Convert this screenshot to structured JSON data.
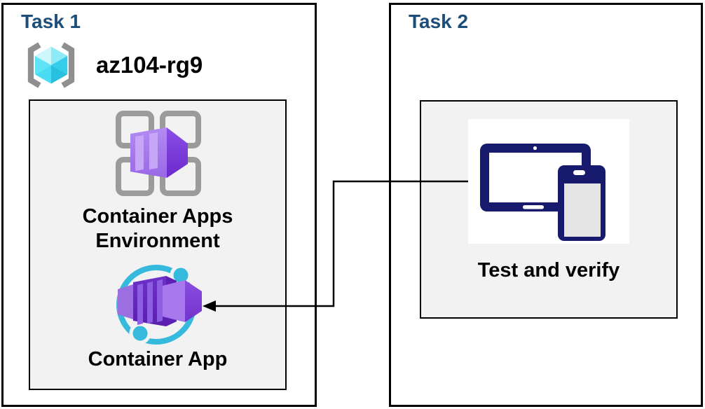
{
  "task1": {
    "title": "Task 1",
    "resource_group": {
      "name": "az104-rg9",
      "icon": "resource-group-icon"
    },
    "environment": {
      "label_line1": "Container Apps",
      "label_line2": "Environment",
      "icon": "container-apps-environment-icon"
    },
    "container_app": {
      "label": "Container App",
      "icon": "container-app-icon"
    }
  },
  "task2": {
    "title": "Task 2",
    "verify": {
      "label": "Test and verify",
      "icon": "devices-icon"
    }
  },
  "connector": {
    "style": "elbow-arrow",
    "from": "test-and-verify",
    "to": "container-app"
  },
  "colors": {
    "task_title": "#1d4e79",
    "box_border": "#000000",
    "panel_fill": "#f2f2f2",
    "label_text": "#000000",
    "device_navy": "#171a6d",
    "cyan_accent": "#35b9dc",
    "rg_cube_cyan": "#5fe4f7",
    "bracket_gray": "#8f8f8f",
    "grid_gray": "#9b9b9b",
    "purple_dark": "#5c20b4",
    "purple_mid": "#8a50e6",
    "purple_light": "#a678ec"
  }
}
